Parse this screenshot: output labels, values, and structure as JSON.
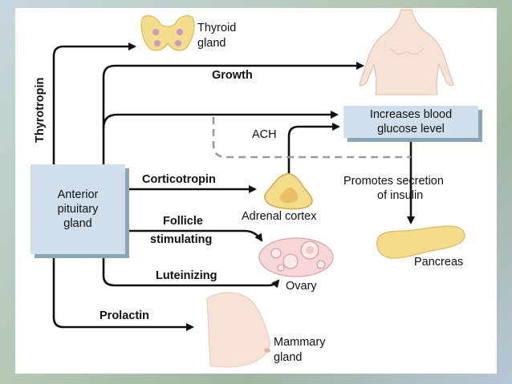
{
  "diagram": {
    "source_box": "Anterior\npituitary\ngland",
    "glucose_box": "Increases blood\nglucose level",
    "hormones": {
      "thyrotropin": "Thyrotropin",
      "growth": "Growth",
      "corticotropin": "Corticotropin",
      "follicle_line1": "Follicle",
      "follicle_line2": "stimulating",
      "luteinizing": "Luteinizing",
      "prolactin": "Prolactin"
    },
    "targets": {
      "thyroid_line1": "Thyroid",
      "thyroid_line2": "gland",
      "adrenal": "Adrenal cortex",
      "ovary": "Ovary",
      "mammary_line1": "Mammary",
      "mammary_line2": "gland",
      "pancreas": "Pancreas"
    },
    "ach": "ACH",
    "insulin_line1": "Promotes secretion",
    "insulin_line2": "of insulin",
    "colors": {
      "box_fill": "#cfe0ec",
      "box_shadow": "#8aa5b6",
      "gland_yellow": "#f3dc8a",
      "ovary_pink": "#f6d6d8",
      "skin": "#f6e3d6",
      "dashed": "#9a9a9a"
    }
  }
}
